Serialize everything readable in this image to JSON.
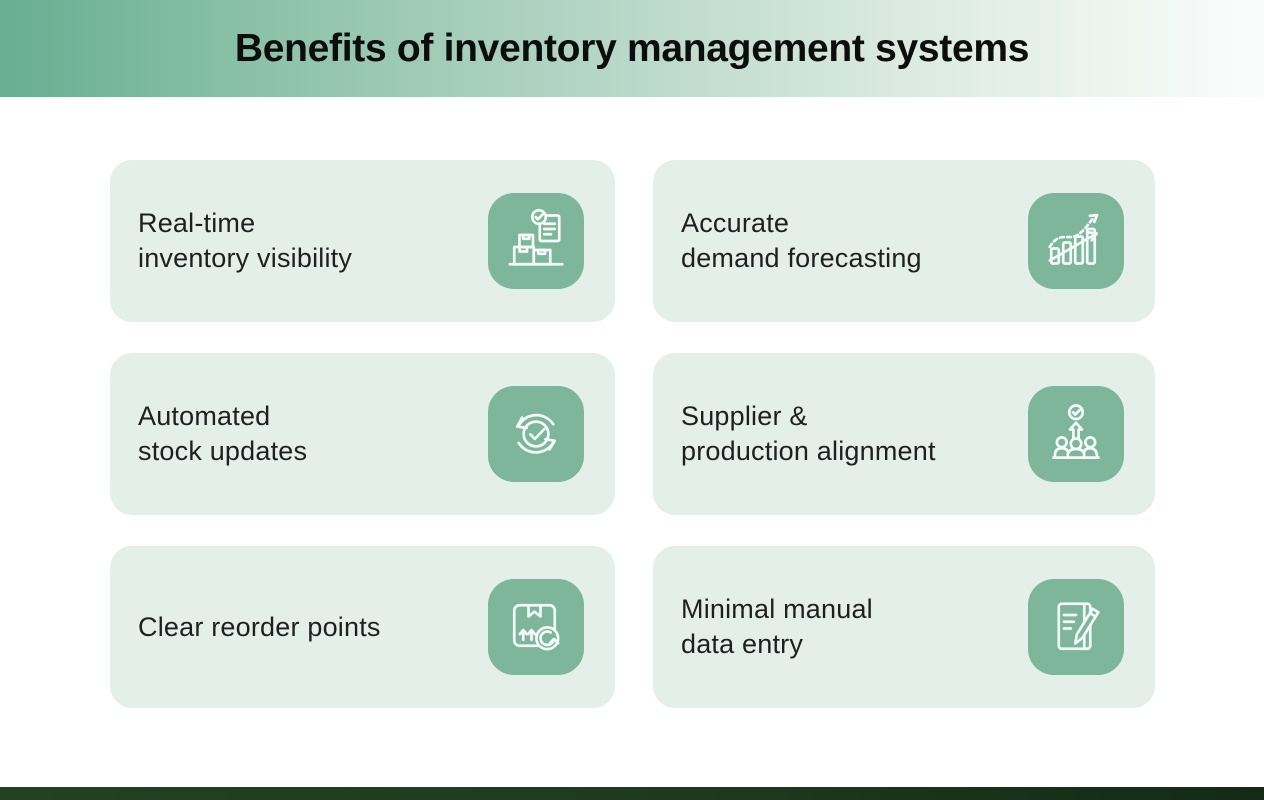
{
  "header": {
    "title": "Benefits of inventory management systems"
  },
  "colors": {
    "header_gradient_start": "#67ae92",
    "header_gradient_end": "#fbfdfc",
    "card_background": "#e4efe9",
    "icon_tile_background": "#7db69a",
    "icon_stroke": "#f4faf7",
    "title_text": "#0d0d0d",
    "card_text": "#1e1f21",
    "footer_bar": "#1d3a1f"
  },
  "cards": [
    {
      "label": "Real-time\ninventory visibility",
      "icon": "inventory-boxes-checklist-icon"
    },
    {
      "label": "Accurate\ndemand forecasting",
      "icon": "demand-forecast-chart-icon"
    },
    {
      "label": "Automated\nstock updates",
      "icon": "sync-check-icon"
    },
    {
      "label": "Supplier &\nproduction alignment",
      "icon": "supplier-alignment-people-icon"
    },
    {
      "label": "Clear reorder points",
      "icon": "package-reorder-icon"
    },
    {
      "label": "Minimal manual\ndata entry",
      "icon": "notepad-pencil-icon"
    }
  ]
}
